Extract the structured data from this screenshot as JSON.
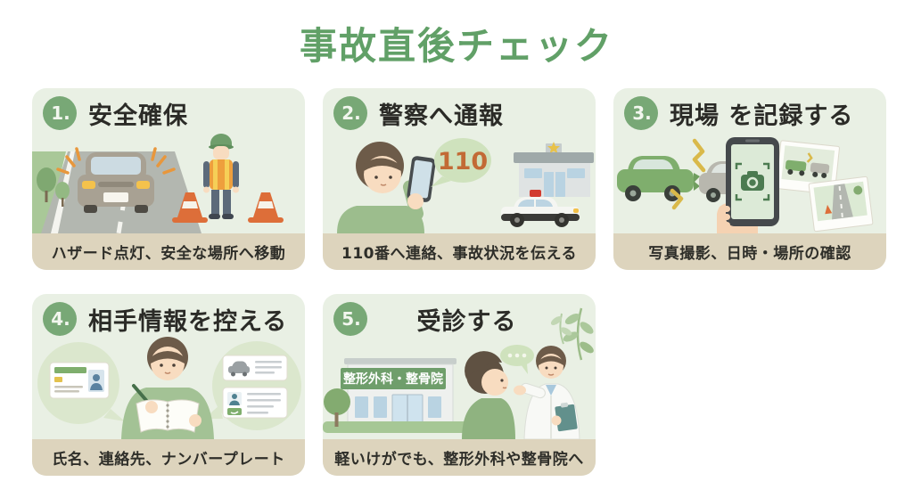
{
  "page": {
    "title": "事故直後チェック"
  },
  "colors": {
    "accent_green": "#61a067",
    "badge_green": "#78a876",
    "card_background": "#e9f0e4",
    "caption_background": "#ddd4bd",
    "sign_green": "#6f9e6b",
    "bubble_green": "#cfe2bd",
    "alert_orange": "#c26a35"
  },
  "cards": [
    {
      "number": "1.",
      "title": "安全確保",
      "caption": "ハザード点灯、安全な場所へ移動",
      "illustration": "car-hazard-lights-worker-cones"
    },
    {
      "number": "2.",
      "title": "警察へ通報",
      "caption": "110番へ連絡、事故状況を伝える",
      "bubble_text": "110",
      "illustration": "man-calling-police-station-patrol-car"
    },
    {
      "number": "3.",
      "title": "現場 を記録する",
      "caption": "写真撮影、日時・場所の確認",
      "illustration": "hand-phone-camera-crash-photos"
    },
    {
      "number": "4.",
      "title": "相手情報を控える",
      "caption": "氏名、連絡先、ナンバープレート",
      "illustration": "man-writing-notebook-license-cards"
    },
    {
      "number": "5.",
      "title": "受診する",
      "caption": "軽いけがでも、整形外科や整骨院へ",
      "sign_text": "整形外科・整骨院",
      "illustration": "clinic-doctor-patient-consultation"
    }
  ]
}
